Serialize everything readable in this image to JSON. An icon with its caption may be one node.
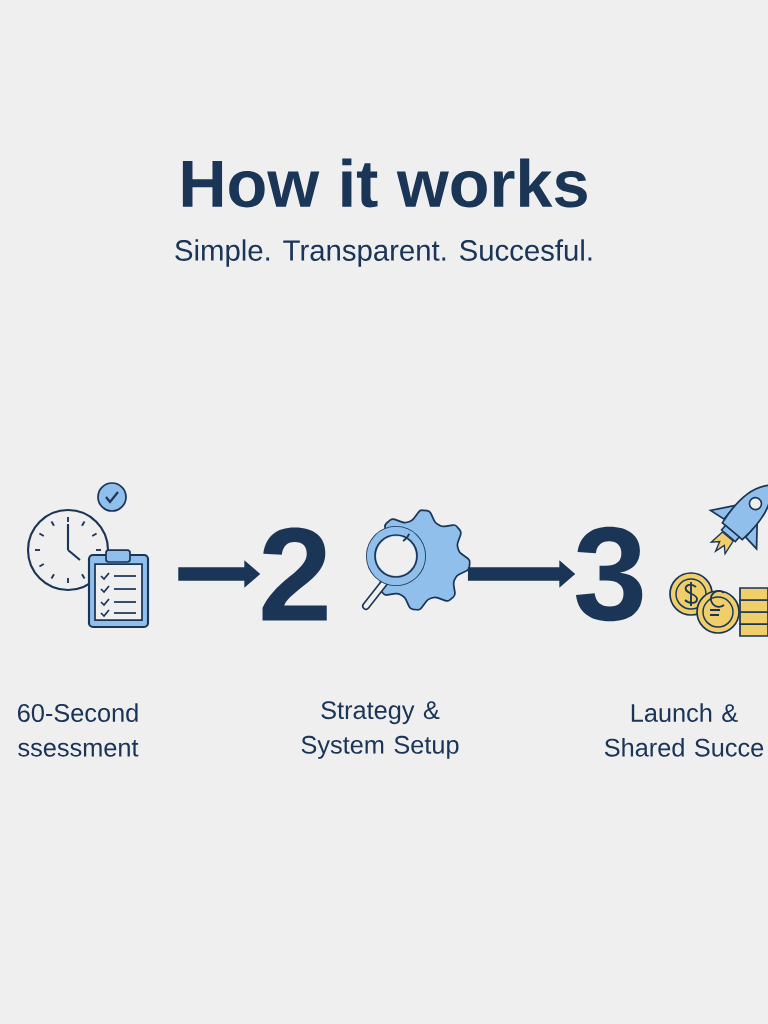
{
  "diagram": {
    "title": "How it works",
    "caption": "Simple. Transparent. Succesful.",
    "nodes": [
      {
        "text": [],
        "shape": "picture"
      },
      {
        "text": [
          "2"
        ]
      },
      {
        "text": [],
        "shape": "picture"
      },
      {
        "text": [
          "3"
        ]
      },
      {
        "text": [],
        "shape": "picture"
      }
    ],
    "edges": [
      {
        "from": 0,
        "to": 1,
        "arrow": "to"
      },
      {
        "from": 2,
        "to": 3,
        "arrow": "to"
      }
    ],
    "labels": [
      "60-Second ssessment",
      "Strategy & System Setup",
      "Launch & Shared Succe"
    ]
  }
}
